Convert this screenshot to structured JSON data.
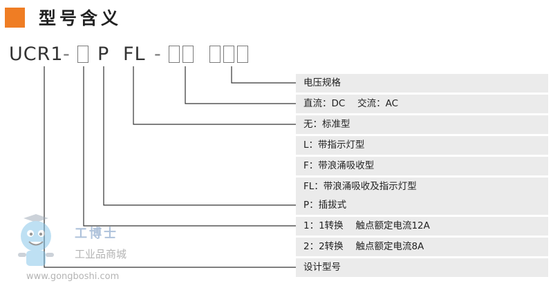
{
  "header": {
    "title": "型号含义"
  },
  "model_code": {
    "prefix": "UCR1",
    "dash1": "-",
    "p_code": "P",
    "fl_code": "FL",
    "dash2": "-"
  },
  "labels": [
    "电压规格",
    "直流：DC　 交流：AC",
    "无：标准型",
    "L：带指示灯型",
    "F：带浪涌吸收型",
    "FL：带浪涌吸收及指示灯型",
    "P：插拔式",
    "1：1转换　 触点额定电流12A",
    "2：2转换　 触点额定电流8A",
    "设计型号"
  ],
  "watermark": {
    "brand": "工博士",
    "subtitle": "工业品商城",
    "url": "www.gongboshi.com"
  },
  "colors": {
    "accent": "#ef7d24",
    "line": "#333333",
    "row_bg": "#ebebeb",
    "mascot": "#7fc3e8"
  }
}
